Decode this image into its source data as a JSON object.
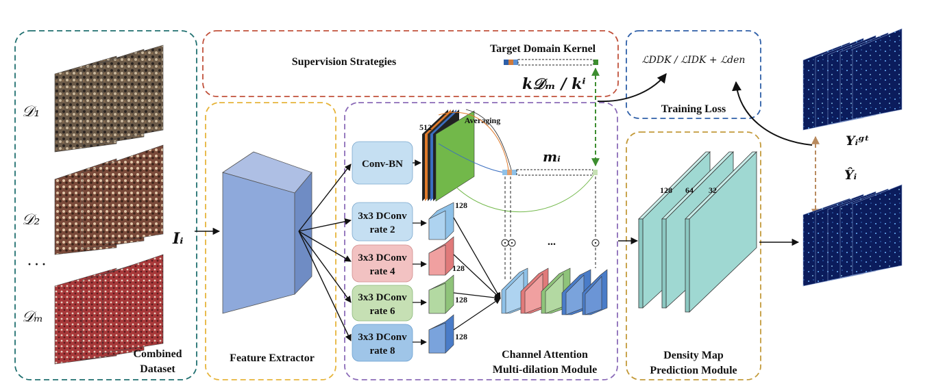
{
  "panels": {
    "combined_dataset": [
      "Combined",
      "Dataset"
    ],
    "supervision": "Supervision Strategies",
    "target_kernel": "Target Domain Kernel",
    "training_loss": "Training Loss",
    "feature_extractor": "Feature Extractor",
    "channel_attention": [
      "Channel Attention",
      "Multi-dilation Module"
    ],
    "density_map": [
      "Density Map",
      "Prediction Module"
    ]
  },
  "datasets": [
    "𝒟₁",
    "𝒟₂",
    "· · ·",
    "𝒟ₘ"
  ],
  "input_label": "Iᵢ",
  "kernel_label": "k𝒟ₘ / kⁱ",
  "mask_label": "mᵢ",
  "loss_formula": "ℒDDK / ℒIDK + ℒden",
  "gt_label": "Yᵢᵍᵗ",
  "pred_label": "Ŷᵢ",
  "conv_blocks": [
    {
      "line1": "Conv-BN",
      "line2": "",
      "color": "#c5dff2"
    },
    {
      "line1": "3x3 DConv",
      "line2": "rate 2",
      "color": "#c5dff2"
    },
    {
      "line1": "3x3 DConv",
      "line2": "rate 4",
      "color": "#f2c2c2"
    },
    {
      "line1": "3x3 DConv",
      "line2": "rate 6",
      "color": "#c6e0b4"
    },
    {
      "line1": "3x3 DConv",
      "line2": "rate 8",
      "color": "#9fc5e8"
    }
  ],
  "channel_counts": {
    "conv_bn": "512",
    "branches": [
      "128",
      "128",
      "128",
      "128"
    ]
  },
  "averaging": "Averaging",
  "ellipsis": "...",
  "density_channels": [
    "128",
    "64",
    "32"
  ],
  "colors": {
    "dataset_border": "#1f6f6f",
    "supervision_border": "#c0503a",
    "loss_border": "#2e5fa8",
    "feature_border": "#e6b43a",
    "attention_border": "#8b6bb8",
    "density_border": "#c39a3a",
    "green_arrow": "#3c8d2f",
    "brown_arrow": "#b88a5e",
    "feature_block": "#8ea9db",
    "density_block": "#9fd8d2",
    "map_bg": "#0b1c5c"
  }
}
